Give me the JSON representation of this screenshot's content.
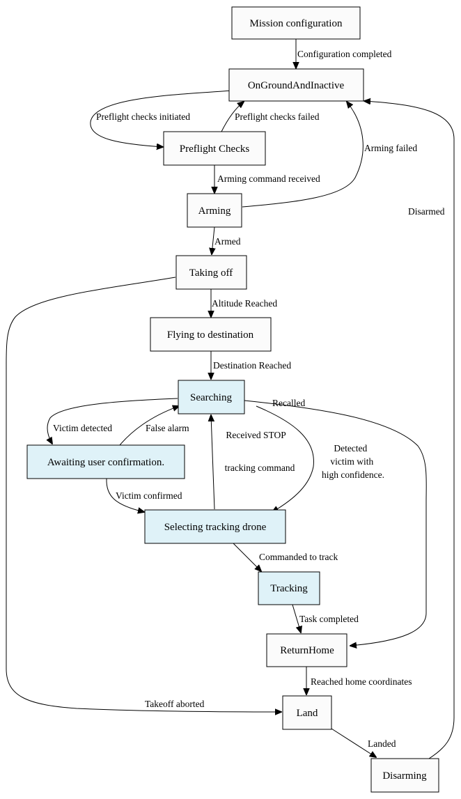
{
  "colors": {
    "default_fill": "#fbfbfb",
    "highlight_fill": "#dff2f8",
    "line": "#000000"
  },
  "states": {
    "mission_configuration": "Mission configuration",
    "on_ground_and_inactive": "OnGroundAndInactive",
    "preflight_checks": "Preflight Checks",
    "arming": "Arming",
    "taking_off": "Taking off",
    "flying_to_destination": "Flying to destination",
    "searching": "Searching",
    "awaiting_user_confirmation": "Awaiting user confirmation.",
    "selecting_tracking_drone": "Selecting tracking drone",
    "tracking": "Tracking",
    "return_home": "ReturnHome",
    "land": "Land",
    "disarming": "Disarming"
  },
  "transitions": {
    "configuration_completed": "Configuration completed",
    "preflight_checks_initiated": "Preflight checks initiated",
    "preflight_checks_failed": "Preflight  checks  failed",
    "arming_failed": "Arming  failed",
    "arming_command_received": "Arming command received",
    "disarmed": "Disarmed",
    "armed": "Armed",
    "altitude_reached": "Altitude Reached",
    "destination_reached": "Destination Reached",
    "recalled": "Recalled",
    "victim_detected": "Victim detected",
    "false_alarm": "False alarm",
    "received_stop": [
      "Received STOP",
      "tracking command"
    ],
    "detected_high_confidence": [
      "Detected",
      "victim with",
      "high confidence."
    ],
    "victim_confirmed": "Victim confirmed",
    "commanded_to_track": "Commanded to track",
    "task_completed": "Task  completed",
    "reached_home": "Reached home coordinates",
    "takeoff_aborted": "Takeoff aborted",
    "landed": "Landed"
  }
}
